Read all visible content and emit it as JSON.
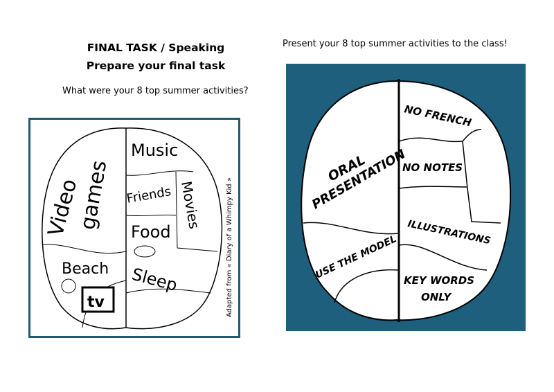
{
  "header": {
    "title_line1": "FINAL TASK / Speaking",
    "title_line2": "Prepare your final task",
    "question": "What were your 8 top summer activities?",
    "instruction": "Present your 8 top summer activities to the class!"
  },
  "left_brain": {
    "labels": [
      "Video",
      "games",
      "Music",
      "Friends",
      "Movies",
      "Food",
      "Beach",
      "Sleep",
      "tv"
    ],
    "credit": "Adapted from « Diary of a Whimpy Kid »"
  },
  "right_brain": {
    "left_labels": [
      "ORAL",
      "PRESENTATION",
      "USE THE MODEL"
    ],
    "right_labels": [
      "NO FRENCH",
      "NO NOTES",
      "ILLUSTRATIONS",
      "KEY WORDS",
      "ONLY"
    ]
  },
  "colors": {
    "panel": "#1d5f7c",
    "border": "#1e5a72"
  }
}
